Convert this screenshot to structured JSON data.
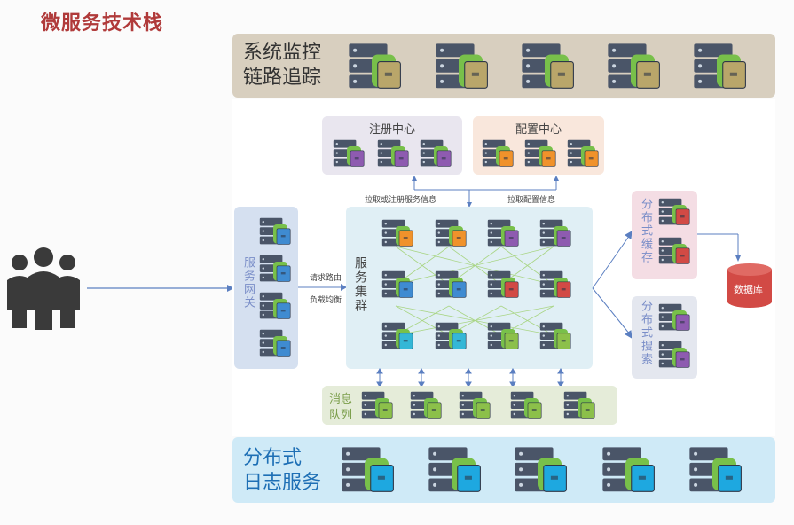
{
  "title": "微服务技术栈",
  "monitor": {
    "line1": "系统监控",
    "line2": "链路追踪",
    "color": "#b9a66a"
  },
  "log": {
    "line1": "分布式",
    "line2": "日志服务",
    "color": "#1ea8e0"
  },
  "registry": {
    "title": "注册中心"
  },
  "config": {
    "title": "配置中心"
  },
  "gateway": {
    "label": "服务网关"
  },
  "cluster": {
    "label": "服务集群"
  },
  "mq": {
    "label1": "消息",
    "label2": "队列"
  },
  "cache": {
    "label": "分布式缓存"
  },
  "search": {
    "label": "分布式搜索"
  },
  "database": {
    "label": "数据库",
    "color": "#d24a45"
  },
  "arrows": {
    "pull_register": "拉取或注册服务信息",
    "pull_config": "拉取配置信息",
    "route": "请求路由",
    "balance": "负载均衡"
  }
}
